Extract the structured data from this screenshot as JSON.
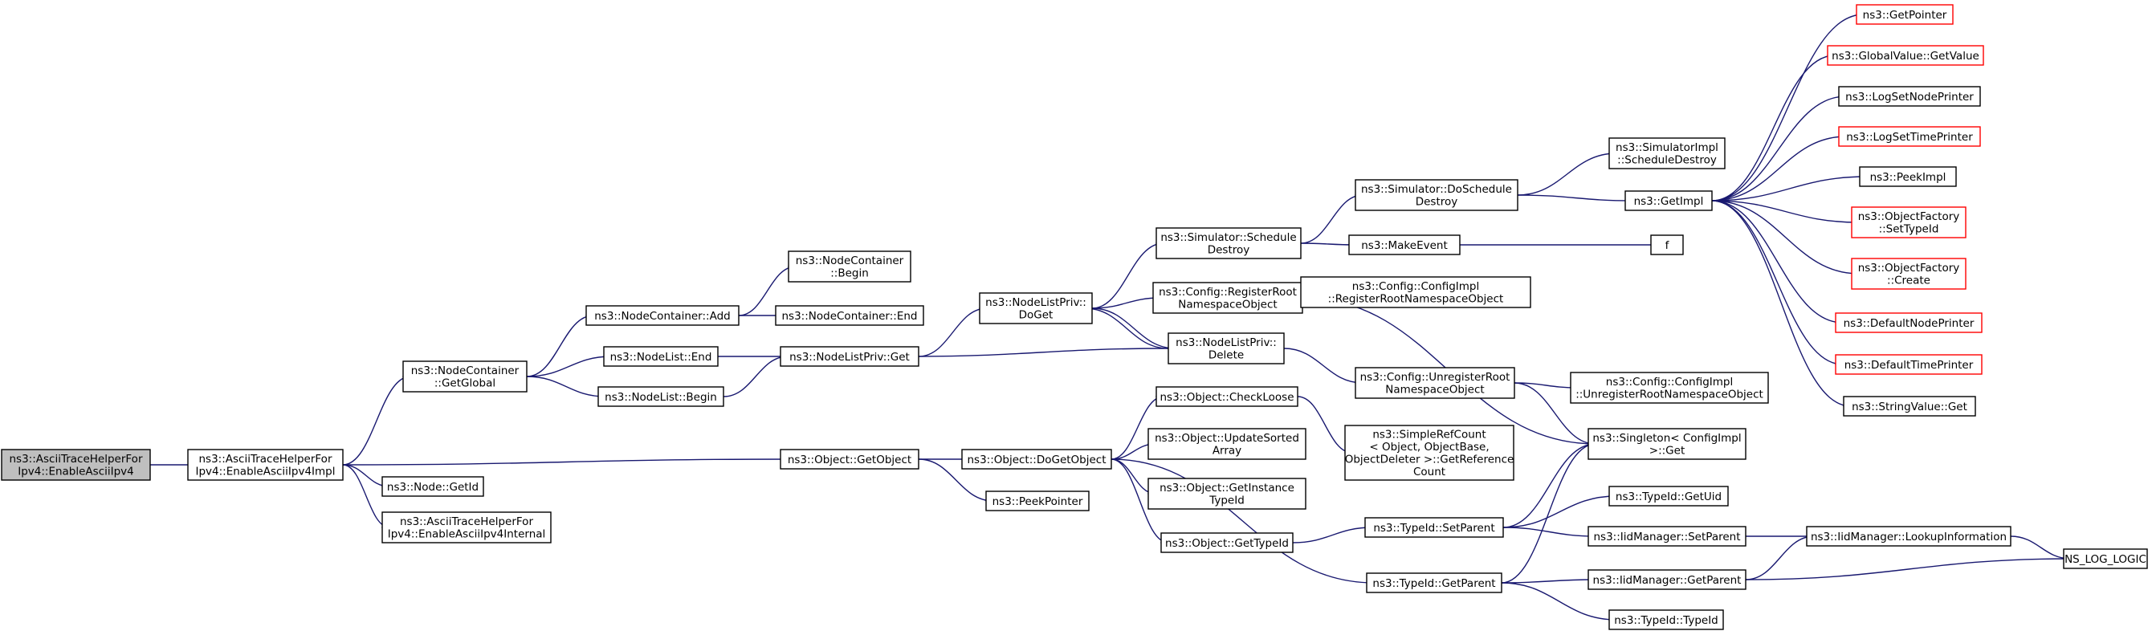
{
  "colors": {
    "edge": "#191970",
    "root_fill": "#bfbfbf",
    "truncated_border": "#ff0000"
  },
  "nodes": [
    {
      "id": "root",
      "lines": [
        "ns3::AsciiTraceHelperFor",
        "Ipv4::EnableAsciiIpv4"
      ],
      "style": "root"
    },
    {
      "id": "enableImpl",
      "lines": [
        "ns3::AsciiTraceHelperFor",
        "Ipv4::EnableAsciiIpv4Impl"
      ]
    },
    {
      "id": "ncGetGlobal",
      "lines": [
        "ns3::NodeContainer",
        "::GetGlobal"
      ]
    },
    {
      "id": "nodeGetId",
      "lines": [
        "ns3::Node::GetId"
      ]
    },
    {
      "id": "enableInternal",
      "lines": [
        "ns3::AsciiTraceHelperFor",
        "Ipv4::EnableAsciiIpv4Internal"
      ]
    },
    {
      "id": "ncAdd",
      "lines": [
        "ns3::NodeContainer::Add"
      ]
    },
    {
      "id": "nlEnd",
      "lines": [
        "ns3::NodeList::End"
      ]
    },
    {
      "id": "nlBegin",
      "lines": [
        "ns3::NodeList::Begin"
      ]
    },
    {
      "id": "ncBegin",
      "lines": [
        "ns3::NodeContainer",
        "::Begin"
      ]
    },
    {
      "id": "ncEnd",
      "lines": [
        "ns3::NodeContainer::End"
      ]
    },
    {
      "id": "nlpGet",
      "lines": [
        "ns3::NodeListPriv::Get"
      ]
    },
    {
      "id": "objGetObject",
      "lines": [
        "ns3::Object::GetObject"
      ]
    },
    {
      "id": "objDoGetObject",
      "lines": [
        "ns3::Object::DoGetObject"
      ]
    },
    {
      "id": "peekPointer",
      "lines": [
        "ns3::PeekPointer"
      ]
    },
    {
      "id": "nlpDoGet",
      "lines": [
        "ns3::NodeListPriv::",
        "DoGet"
      ]
    },
    {
      "id": "simSchedDestroy",
      "lines": [
        "ns3::Simulator::Schedule",
        "Destroy"
      ]
    },
    {
      "id": "cfgRegRoot",
      "lines": [
        "ns3::Config::RegisterRoot",
        "NamespaceObject"
      ]
    },
    {
      "id": "nlpDelete",
      "lines": [
        "ns3::NodeListPriv::",
        "Delete"
      ]
    },
    {
      "id": "objCheckLoose",
      "lines": [
        "ns3::Object::CheckLoose"
      ]
    },
    {
      "id": "objUpdSorted",
      "lines": [
        "ns3::Object::UpdateSorted",
        "Array"
      ]
    },
    {
      "id": "objGetInstTid",
      "lines": [
        "ns3::Object::GetInstance",
        "TypeId"
      ]
    },
    {
      "id": "objGetTypeId",
      "lines": [
        "ns3::Object::GetTypeId"
      ]
    },
    {
      "id": "tidGetParent",
      "lines": [
        "ns3::TypeId::GetParent"
      ]
    },
    {
      "id": "tidSetParent",
      "lines": [
        "ns3::TypeId::SetParent"
      ]
    },
    {
      "id": "simDoSchedDestroy",
      "lines": [
        "ns3::Simulator::DoSchedule",
        "Destroy"
      ]
    },
    {
      "id": "makeEvent",
      "lines": [
        "ns3::MakeEvent"
      ]
    },
    {
      "id": "cfgImplReg",
      "lines": [
        "ns3::Config::ConfigImpl",
        "::RegisterRootNamespaceObject"
      ]
    },
    {
      "id": "cfgUnregRoot",
      "lines": [
        "ns3::Config::UnregisterRoot",
        "NamespaceObject"
      ]
    },
    {
      "id": "simpleRefCount",
      "lines": [
        "ns3::SimpleRefCount",
        "< Object, ObjectBase,",
        "ObjectDeleter >::GetReference",
        "Count"
      ]
    },
    {
      "id": "simImplSchedDestroy",
      "lines": [
        "ns3::SimulatorImpl",
        "::ScheduleDestroy"
      ]
    },
    {
      "id": "getImpl",
      "lines": [
        "ns3::GetImpl"
      ]
    },
    {
      "id": "f",
      "lines": [
        "f"
      ]
    },
    {
      "id": "cfgImplUnreg",
      "lines": [
        "ns3::Config::ConfigImpl",
        "::UnregisterRootNamespaceObject"
      ]
    },
    {
      "id": "singletonGet",
      "lines": [
        "ns3::Singleton< ConfigImpl",
        ">::Get"
      ]
    },
    {
      "id": "tidGetUid",
      "lines": [
        "ns3::TypeId::GetUid"
      ]
    },
    {
      "id": "iidSetParent",
      "lines": [
        "ns3::IidManager::SetParent"
      ]
    },
    {
      "id": "iidGetParent",
      "lines": [
        "ns3::IidManager::GetParent"
      ]
    },
    {
      "id": "tidTypeId",
      "lines": [
        "ns3::TypeId::TypeId"
      ]
    },
    {
      "id": "getPointer",
      "lines": [
        "ns3::GetPointer"
      ],
      "style": "trunc"
    },
    {
      "id": "gvGetValue",
      "lines": [
        "ns3::GlobalValue::GetValue"
      ],
      "style": "trunc"
    },
    {
      "id": "logSetNodePrinter",
      "lines": [
        "ns3::LogSetNodePrinter"
      ]
    },
    {
      "id": "logSetTimePrinter",
      "lines": [
        "ns3::LogSetTimePrinter"
      ],
      "style": "trunc"
    },
    {
      "id": "peekImpl",
      "lines": [
        "ns3::PeekImpl"
      ]
    },
    {
      "id": "ofSetTypeId",
      "lines": [
        "ns3::ObjectFactory",
        "::SetTypeId"
      ],
      "style": "trunc"
    },
    {
      "id": "ofCreate",
      "lines": [
        "ns3::ObjectFactory",
        "::Create"
      ],
      "style": "trunc"
    },
    {
      "id": "defNodePrinter",
      "lines": [
        "ns3::DefaultNodePrinter"
      ],
      "style": "trunc"
    },
    {
      "id": "defTimePrinter",
      "lines": [
        "ns3::DefaultTimePrinter"
      ],
      "style": "trunc"
    },
    {
      "id": "strValueGet",
      "lines": [
        "ns3::StringValue::Get"
      ]
    },
    {
      "id": "iidLookup",
      "lines": [
        "ns3::IidManager::LookupInformation"
      ]
    },
    {
      "id": "nsLogLogic",
      "lines": [
        "NS_LOG_LOGIC"
      ]
    }
  ],
  "edges": [
    [
      "root",
      "enableImpl"
    ],
    [
      "enableImpl",
      "ncGetGlobal"
    ],
    [
      "enableImpl",
      "objGetObject"
    ],
    [
      "enableImpl",
      "nodeGetId"
    ],
    [
      "enableImpl",
      "enableInternal"
    ],
    [
      "ncGetGlobal",
      "ncAdd"
    ],
    [
      "ncGetGlobal",
      "nlEnd"
    ],
    [
      "ncGetGlobal",
      "nlBegin"
    ],
    [
      "ncAdd",
      "ncBegin"
    ],
    [
      "ncAdd",
      "ncEnd"
    ],
    [
      "nlEnd",
      "nlpGet"
    ],
    [
      "nlBegin",
      "nlpGet"
    ],
    [
      "nlpGet",
      "nlpDoGet"
    ],
    [
      "nlpDoGet",
      "simSchedDestroy"
    ],
    [
      "nlpDoGet",
      "cfgRegRoot"
    ],
    [
      "nlpDoGet",
      "nlpDelete"
    ],
    [
      "nlpDelete",
      "nlpDoGet"
    ],
    [
      "nlpDelete",
      "nlpGet"
    ],
    [
      "nlpDelete",
      "cfgUnregRoot"
    ],
    [
      "simSchedDestroy",
      "simDoSchedDestroy"
    ],
    [
      "simSchedDestroy",
      "makeEvent"
    ],
    [
      "simDoSchedDestroy",
      "simImplSchedDestroy"
    ],
    [
      "simDoSchedDestroy",
      "getImpl"
    ],
    [
      "makeEvent",
      "f"
    ],
    [
      "cfgRegRoot",
      "cfgImplReg"
    ],
    [
      "cfgRegRoot",
      "singletonGet"
    ],
    [
      "cfgUnregRoot",
      "cfgImplUnreg"
    ],
    [
      "cfgUnregRoot",
      "singletonGet"
    ],
    [
      "objGetObject",
      "objDoGetObject"
    ],
    [
      "objGetObject",
      "peekPointer"
    ],
    [
      "objDoGetObject",
      "objCheckLoose"
    ],
    [
      "objDoGetObject",
      "objUpdSorted"
    ],
    [
      "objDoGetObject",
      "objGetInstTid"
    ],
    [
      "objDoGetObject",
      "objGetTypeId"
    ],
    [
      "objDoGetObject",
      "tidGetParent"
    ],
    [
      "objCheckLoose",
      "simpleRefCount"
    ],
    [
      "objGetTypeId",
      "tidSetParent"
    ],
    [
      "tidSetParent",
      "singletonGet"
    ],
    [
      "tidSetParent",
      "tidGetUid"
    ],
    [
      "tidSetParent",
      "iidSetParent"
    ],
    [
      "tidGetParent",
      "singletonGet"
    ],
    [
      "tidGetParent",
      "iidGetParent"
    ],
    [
      "tidGetParent",
      "tidTypeId"
    ],
    [
      "iidSetParent",
      "iidLookup"
    ],
    [
      "iidGetParent",
      "iidLookup"
    ],
    [
      "iidGetParent",
      "nsLogLogic"
    ],
    [
      "iidLookup",
      "nsLogLogic"
    ],
    [
      "getImpl",
      "getPointer"
    ],
    [
      "getImpl",
      "gvGetValue"
    ],
    [
      "getImpl",
      "logSetNodePrinter"
    ],
    [
      "getImpl",
      "logSetTimePrinter"
    ],
    [
      "getImpl",
      "peekImpl"
    ],
    [
      "getImpl",
      "ofSetTypeId"
    ],
    [
      "getImpl",
      "ofCreate"
    ],
    [
      "getImpl",
      "defNodePrinter"
    ],
    [
      "getImpl",
      "defTimePrinter"
    ],
    [
      "getImpl",
      "strValueGet"
    ]
  ]
}
